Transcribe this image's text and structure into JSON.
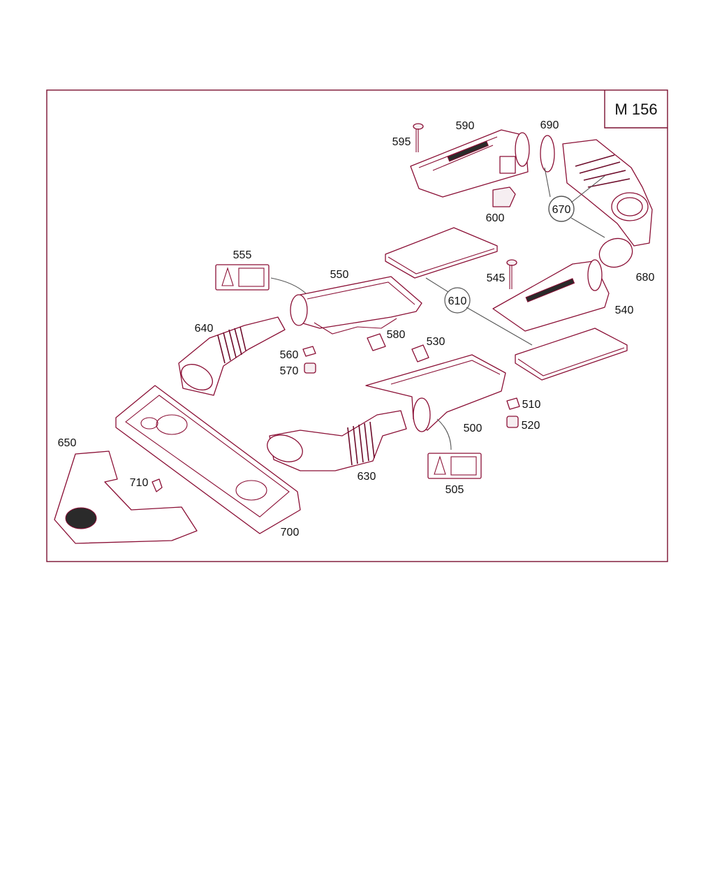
{
  "model_code": "M 156",
  "callouts": {
    "p500": "500",
    "p505": "505",
    "p510": "510",
    "p520": "520",
    "p530": "530",
    "p540": "540",
    "p545": "545",
    "p550": "550",
    "p555": "555",
    "p560": "560",
    "p570": "570",
    "p580": "580",
    "p590": "590",
    "p595": "595",
    "p600": "600",
    "p610": "610",
    "p630": "630",
    "p640": "640",
    "p650": "650",
    "p670": "670",
    "p680": "680",
    "p690": "690",
    "p700": "700",
    "p710": "710"
  },
  "colors": {
    "line": "#8a0f35",
    "frame": "#7a1030",
    "text": "#111111"
  }
}
